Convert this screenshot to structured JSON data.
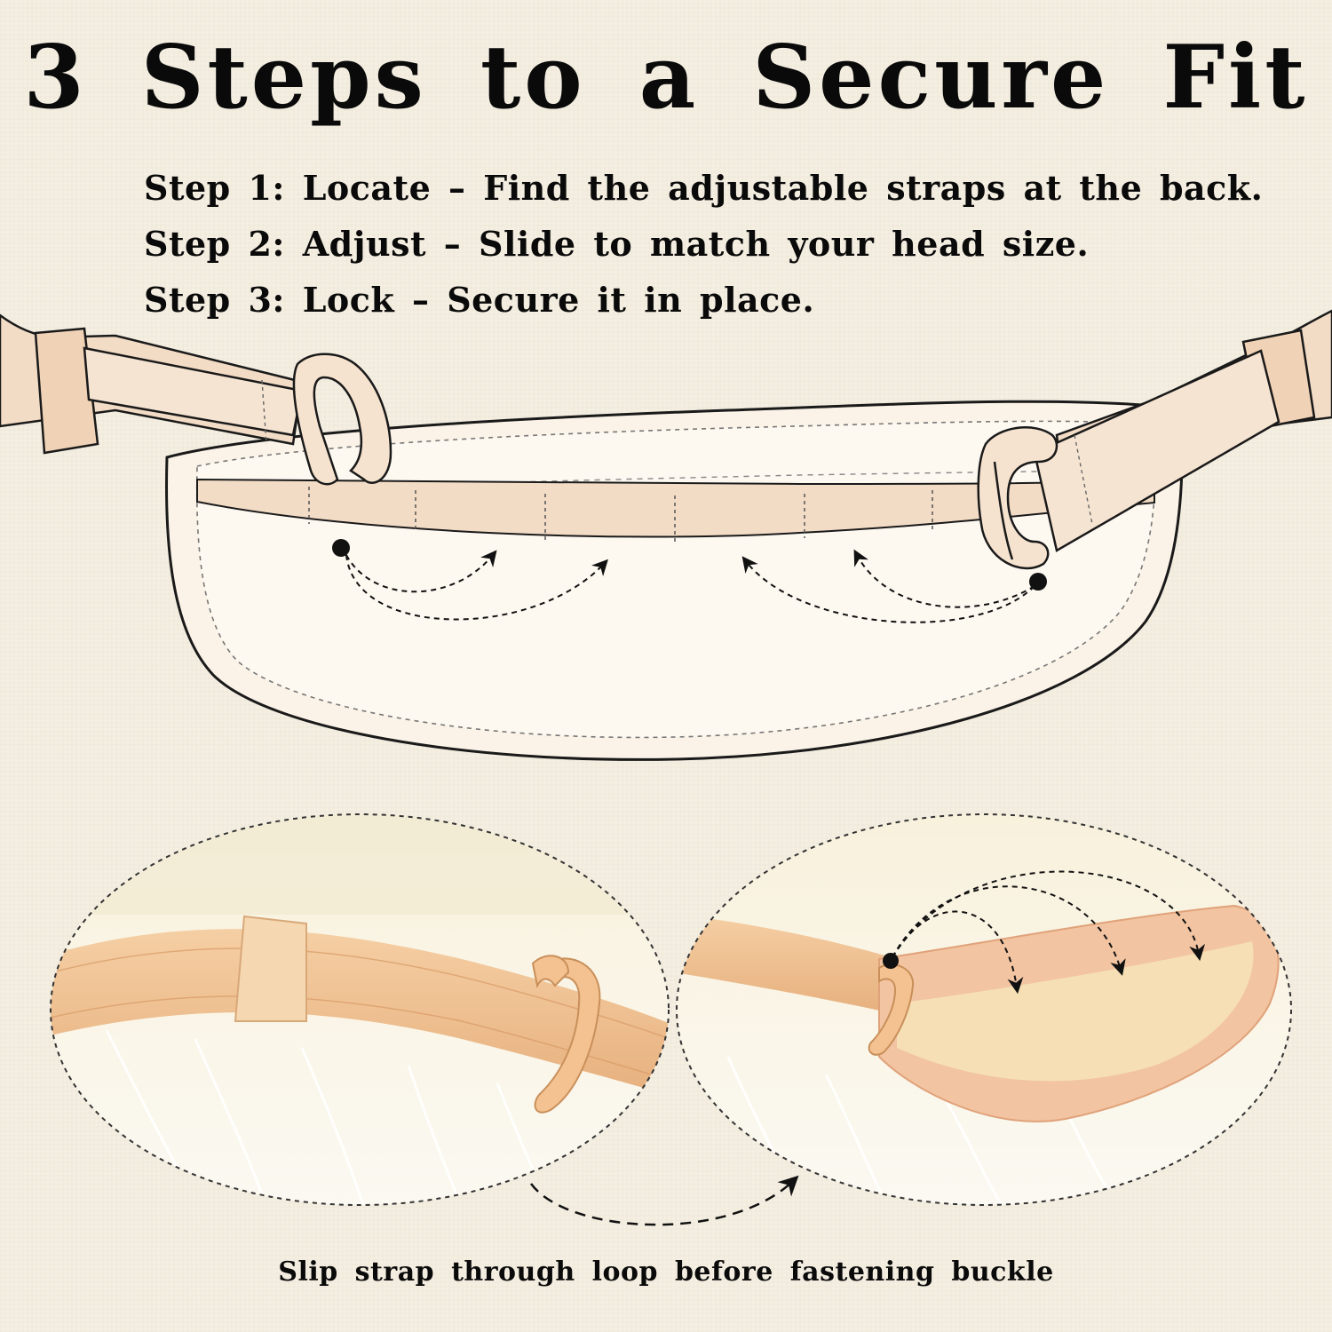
{
  "title": "3 Steps to a Secure Fit",
  "steps": [
    {
      "label": "Step 1:",
      "action": "Locate",
      "sep": " – ",
      "text": "Find the adjustable straps at the back."
    },
    {
      "label": "Step 2:",
      "action": "Adjust",
      "sep": " – ",
      "text": "Slide to match your head size."
    },
    {
      "label": "Step 3:",
      "action": "Lock",
      "sep": " – ",
      "text": "Secure it in place."
    }
  ],
  "caption": "Slip strap through loop before fastening buckle",
  "colors": {
    "background": "#f5efe2",
    "strap": "#f3dcc6",
    "band": "#fbf4ea",
    "outline": "#1a1a1a",
    "photo_strap": "#f0c79a",
    "photo_fur": "#faf7ef"
  },
  "icons": [
    "band-diagram",
    "clip-icon",
    "dashed-arrow-icon",
    "strap-photo-left",
    "strap-photo-right"
  ]
}
